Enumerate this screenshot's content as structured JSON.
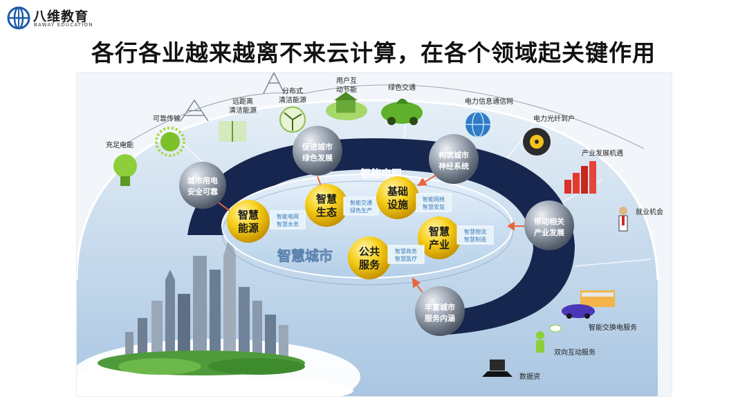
{
  "brand": {
    "name": "八维教育",
    "sub": "BAWAY EDUCATION"
  },
  "title": "各行各业越来越离不来云计算，在各个领域起关键作用",
  "grid_label": "智能电网",
  "city_label": "智慧城市",
  "spheres": [
    {
      "id": "safe",
      "lines": [
        "城市用电",
        "安全可靠"
      ]
    },
    {
      "id": "green",
      "lines": [
        "促进城市",
        "绿色发展"
      ]
    },
    {
      "id": "nerve",
      "lines": [
        "构筑城市",
        "神经系统"
      ]
    },
    {
      "id": "industry",
      "lines": [
        "带动相关",
        "产业发展"
      ]
    },
    {
      "id": "service",
      "lines": [
        "丰富城市",
        "服务内涵"
      ]
    }
  ],
  "hubs": [
    {
      "id": "energy",
      "lines": [
        "智慧",
        "能源"
      ],
      "sub": [
        "智能电网",
        "智慧水务"
      ]
    },
    {
      "id": "eco",
      "lines": [
        "智慧",
        "生态"
      ],
      "sub": [
        "智能交通",
        "绿色生产"
      ]
    },
    {
      "id": "infra",
      "lines": [
        "基础",
        "设施"
      ],
      "sub": [
        "智能网络",
        "智慧安监"
      ]
    },
    {
      "id": "indus",
      "lines": [
        "智慧",
        "产业"
      ],
      "sub": [
        "智慧物流",
        "智慧制造"
      ]
    },
    {
      "id": "public",
      "lines": [
        "公共",
        "服务"
      ],
      "sub": [
        "智慧政务",
        "智慧医疗"
      ]
    }
  ],
  "outer_items": [
    {
      "id": "charge",
      "label": "充足电能"
    },
    {
      "id": "reliable",
      "label": "可靠传输"
    },
    {
      "id": "remote",
      "label": "远距离\n清洁能源"
    },
    {
      "id": "distributed",
      "label": "分布式\n清洁能源"
    },
    {
      "id": "user",
      "label": "用户互\n动节能"
    },
    {
      "id": "green-traffic",
      "label": "绿色交通"
    },
    {
      "id": "power-info",
      "label": "电力信息通信网"
    },
    {
      "id": "fiber",
      "label": "电力光纤到户"
    },
    {
      "id": "opportunity",
      "label": "产业发展机遇"
    },
    {
      "id": "jobs",
      "label": "就业机会"
    },
    {
      "id": "swap",
      "label": "智能交换电服务"
    },
    {
      "id": "interact",
      "label": "双向互动服务"
    },
    {
      "id": "data",
      "label": "数据资"
    }
  ],
  "colors": {
    "ring": "#17264f",
    "hub": "#f5c400",
    "sky": "#b9d4ea",
    "ellipse": "#cfe3f5",
    "sphere": "#8e98a6"
  }
}
